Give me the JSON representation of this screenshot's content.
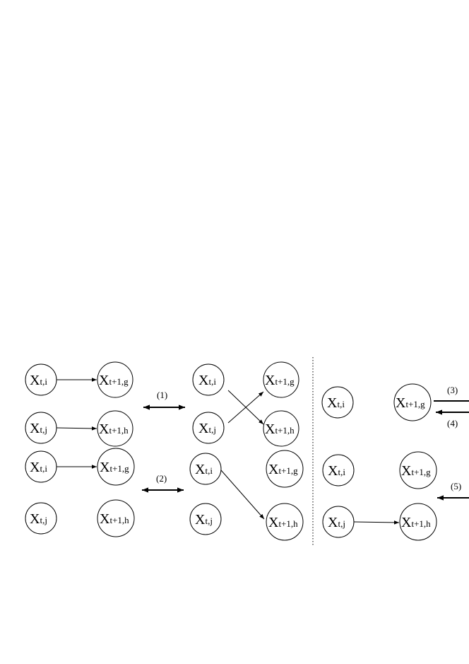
{
  "node_labels": {
    "xti": {
      "main": "X",
      "sub": "t,i"
    },
    "xtj": {
      "main": "X",
      "sub": "t,j"
    },
    "xg": {
      "main": "X",
      "sub": "t+1,g"
    },
    "xh": {
      "main": "X",
      "sub": "t+1,h"
    }
  },
  "operations": {
    "op1": "(1)",
    "op2": "(2)",
    "op3": "(3)",
    "op4": "(4)",
    "op5": "(5)"
  }
}
